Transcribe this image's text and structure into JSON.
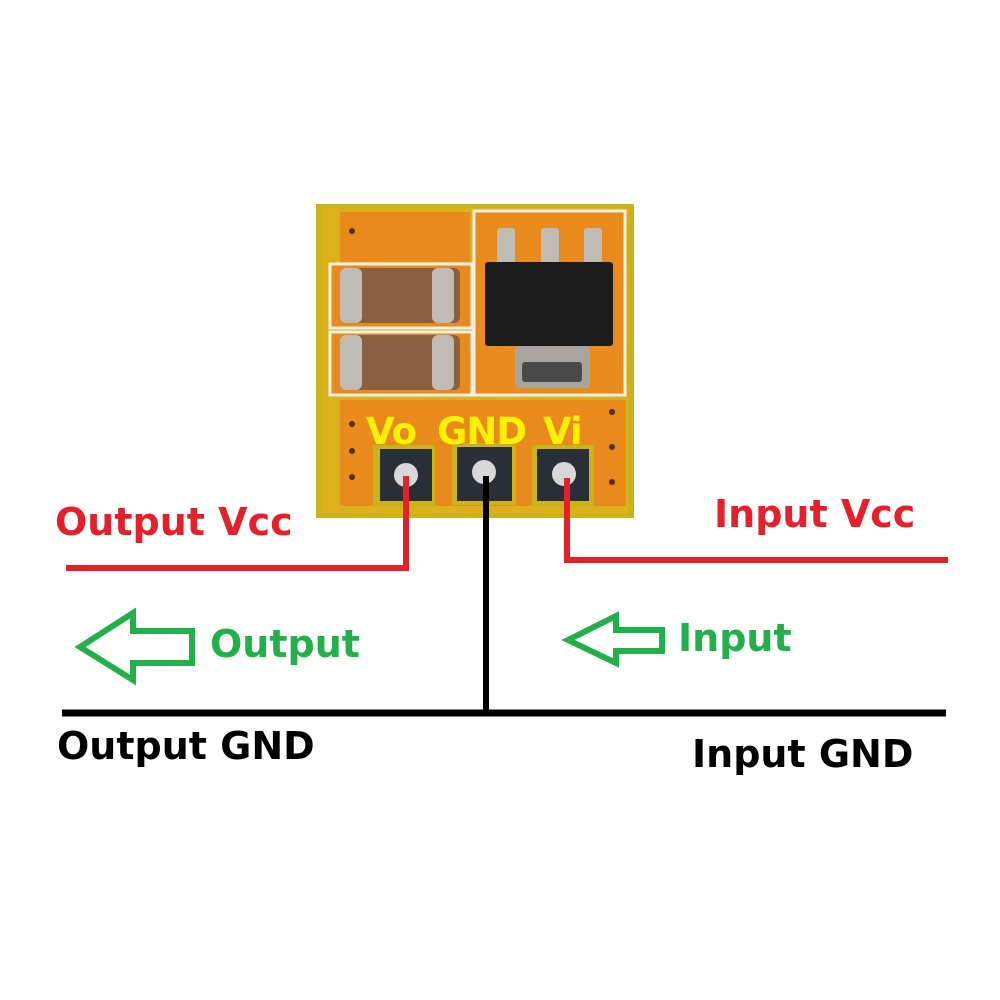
{
  "board": {
    "pin_labels": [
      "Vo",
      "GND",
      "Vi"
    ],
    "silkscreen_text": "Vo GND Vi",
    "colors": {
      "substrate": "#c9b21a",
      "copper": "#e98a1c",
      "silkscreen": "#f2efe6",
      "capacitor": "#8a6040",
      "solder": "#c0bcb5",
      "ic_body": "#1b1b1b",
      "pad": "#2a2e36",
      "label_yellow": "#fff200"
    }
  },
  "labels": {
    "output_vcc": "Output Vcc",
    "input_vcc": "Input Vcc",
    "output_arrow": "Output",
    "input_arrow": "Input",
    "output_gnd": "Output GND",
    "input_gnd": "Input GND"
  },
  "wire_colors": {
    "vcc": "#e5202a",
    "gnd": "#000000",
    "arrow": "#22b04a"
  },
  "icons": {
    "output_arrow": "arrow-left-outline-icon",
    "input_arrow": "arrow-left-outline-icon"
  }
}
